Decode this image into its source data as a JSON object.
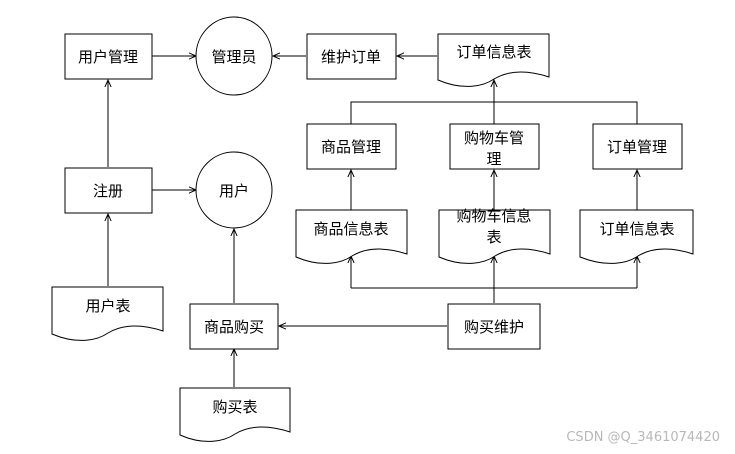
{
  "processes": {
    "user_management": "用户管理",
    "maintain_order": "维护订单",
    "product_management": "商品管理",
    "cart_management_line1": "购物车管",
    "cart_management_line2": "理",
    "order_management": "订单管理",
    "register": "注册",
    "product_purchase": "商品购买",
    "purchase_maintenance": "购买维护"
  },
  "entities": {
    "administrator": "管理员",
    "user": "用户"
  },
  "data_stores": {
    "order_info_table_top": "订单信息表",
    "product_info_table": "商品信息表",
    "cart_info_table_line1": "购物车信息",
    "cart_info_table_line2": "表",
    "order_info_table": "订单信息表",
    "user_table": "用户表",
    "purchase_table": "购买表"
  },
  "watermark": "CSDN @Q_3461074420"
}
